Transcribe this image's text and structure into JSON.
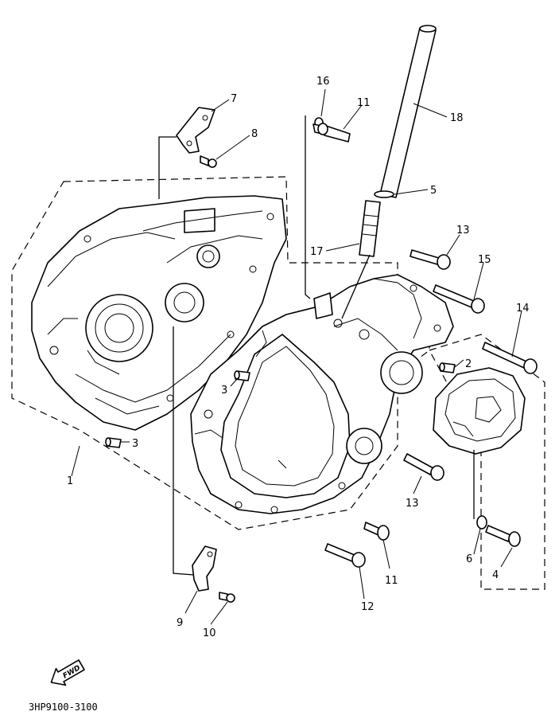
{
  "callouts": {
    "c1": "1",
    "c2": "2",
    "c3a": "3",
    "c3b": "3",
    "c4": "4",
    "c5": "5",
    "c6": "6",
    "c7": "7",
    "c8": "8",
    "c9": "9",
    "c10": "10",
    "c11a": "11",
    "c11b": "11",
    "c12": "12",
    "c13a": "13",
    "c13b": "13",
    "c14": "14",
    "c15": "15",
    "c16": "16",
    "c17": "17",
    "c18": "18"
  },
  "fwd_label": "FWD",
  "diagram_code": "3HP9100-3100"
}
